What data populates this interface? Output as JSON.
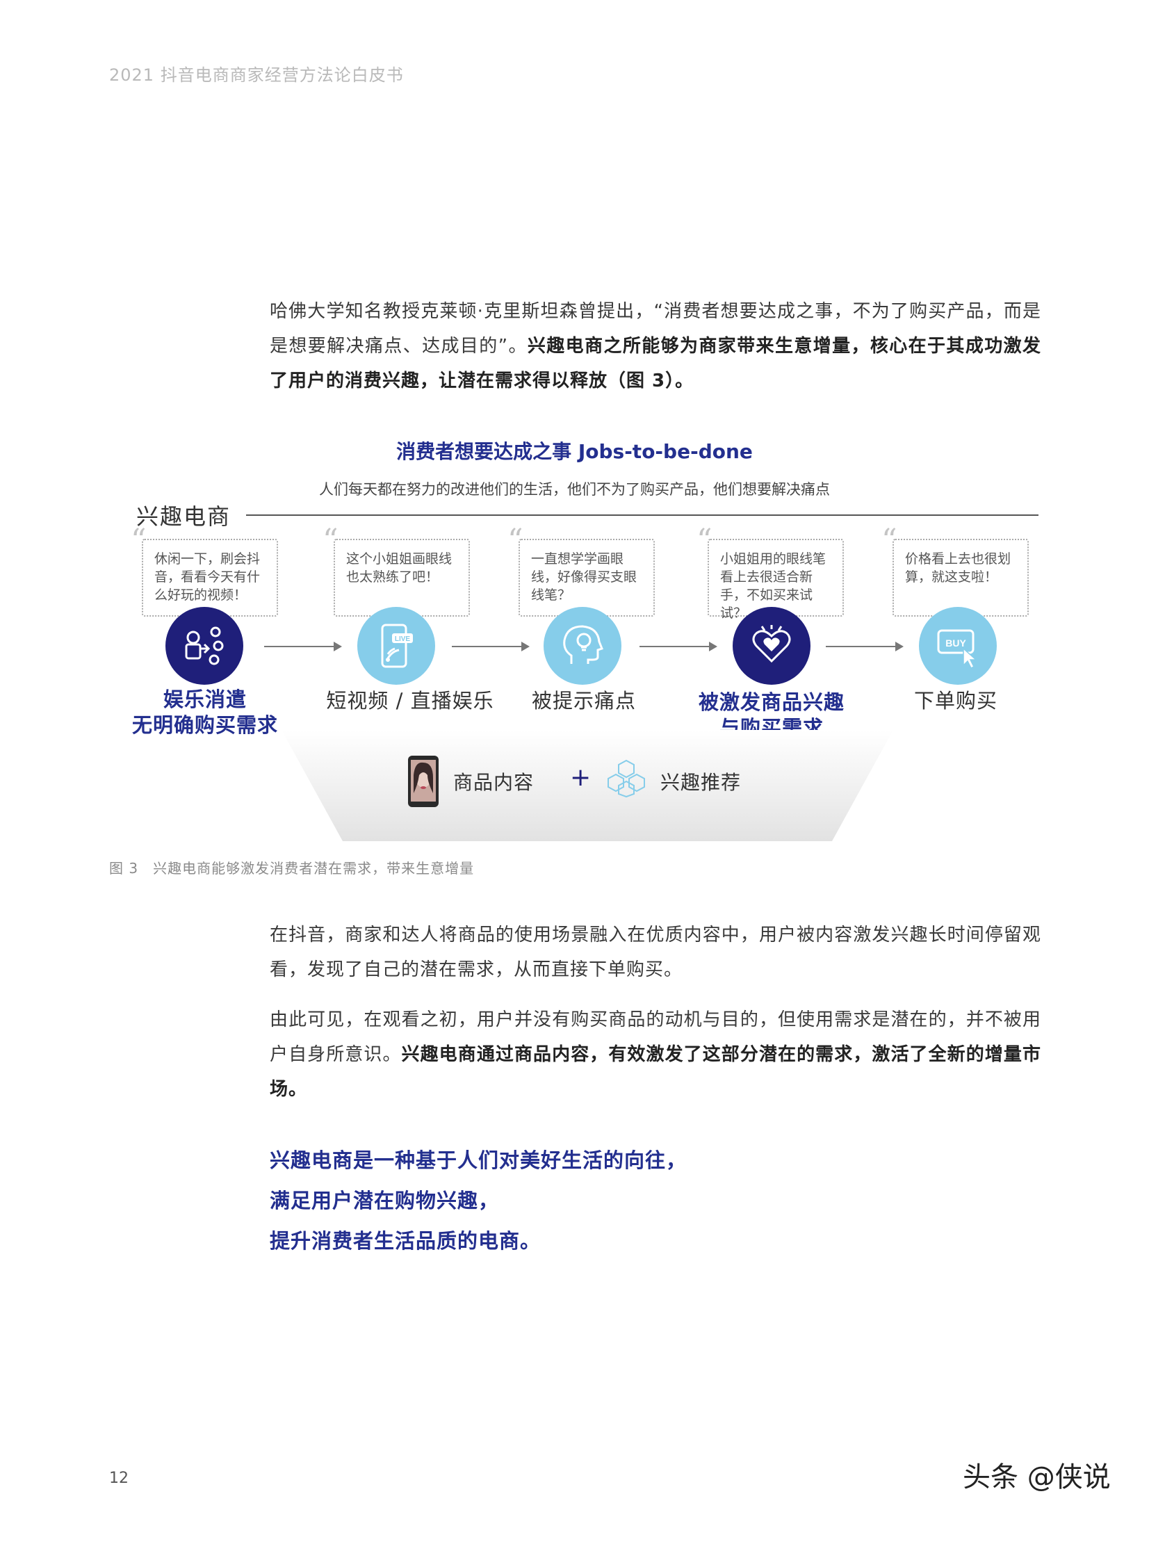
{
  "header": {
    "title": "2021 抖音电商商家经营方法论白皮书"
  },
  "intro": {
    "part1": "哈佛大学知名教授克莱顿·克里斯坦森曾提出，“消费者想要达成之事，不为了购买产品，而是是想要解决痛点、达成目的”。",
    "part2_bold": "兴趣电商之所能够为商家带来生意增量，核心在于其成功激发了用户的消费兴趣，让潜在需求得以释放（图 3）。"
  },
  "figure": {
    "title": "消费者想要达成之事 Jobs-to-be-done",
    "subtitle": "人们每天都在努力的改进他们的生活，他们不为了购买产品，他们想要解决痛点",
    "category": "兴趣电商",
    "stages": [
      {
        "quote": "休闲一下，刷会抖音，看看今天有什么好玩的视频！",
        "label_line1": "娱乐消遣",
        "label_line2": "无明确购买需求",
        "icon": "entertainment-icon"
      },
      {
        "quote": "这个小姐姐画眼线也太熟练了吧！",
        "label_line1": "短视频 / 直播娱乐",
        "label_line2": "",
        "icon": "live-video-icon"
      },
      {
        "quote": "一直想学学画眼线，好像得买支眼线笔？",
        "label_line1": "被提示痛点",
        "label_line2": "",
        "icon": "idea-head-icon"
      },
      {
        "quote": "小姐姐用的眼线笔看上去很适合新手，不如买来试试？",
        "label_line1": "被激发商品兴趣",
        "label_line2": "与购买需求",
        "icon": "heart-head-icon"
      },
      {
        "quote": "价格看上去也很划算，就这支啦！",
        "label_line1": "下单购买",
        "label_line2": "",
        "icon": "buy-icon"
      }
    ],
    "bottom": {
      "left": "商品内容",
      "plus": "+",
      "right": "兴趣推荐"
    },
    "caption": "图 3　兴趣电商能够激发消费者潜在需求，带来生意增量",
    "colors": {
      "dark": "#1f1f7a",
      "light": "#86cdea",
      "accent_text": "#232f8f"
    }
  },
  "body": {
    "p1": "在抖音，商家和达人将商品的使用场景融入在优质内容中，用户被内容激发兴趣长时间停留观看，发现了自己的潜在需求，从而直接下单购买。",
    "p2_part1": "由此可见，在观看之初，用户并没有购买商品的动机与目的，但使用需求是潜在的，并不被用户自身所意识。",
    "p2_part2_bold": "兴趣电商通过商品内容，有效激发了这部分潜在的需求，激活了全新的增量市场。"
  },
  "highlight": {
    "line1": "兴趣电商是一种基于人们对美好生活的向往，",
    "line2": "满足用户潜在购物兴趣，",
    "line3": "提升消费者生活品质的电商。"
  },
  "footer": {
    "page_number": "12",
    "watermark": "头条 @侠说"
  }
}
